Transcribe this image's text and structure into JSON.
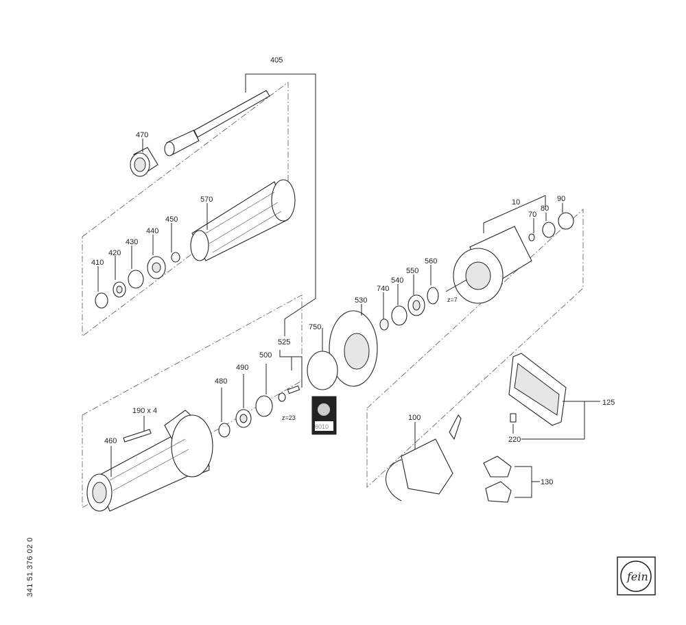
{
  "labels": {
    "p405": "405",
    "p470": "470",
    "p570": "570",
    "p450": "450",
    "p440": "440",
    "p430": "430",
    "p420": "420",
    "p410": "410",
    "p10": "10",
    "p70": "70",
    "p80": "80",
    "p90": "90",
    "p560": "560",
    "p550": "550",
    "p540": "540",
    "p740": "740",
    "p530": "530",
    "p750": "750",
    "p525": "525",
    "p500": "500",
    "p490": "490",
    "p480": "480",
    "p190": "190 x 4",
    "p460": "460",
    "p100": "100",
    "p125": "125",
    "p220": "220",
    "p130": "130"
  },
  "annotations": {
    "z_rotor": "z=7",
    "z_gear": "z=23",
    "grease_code": "6010"
  },
  "document_number": "341 51 376 02 0",
  "logo": {
    "brand": "fein"
  }
}
